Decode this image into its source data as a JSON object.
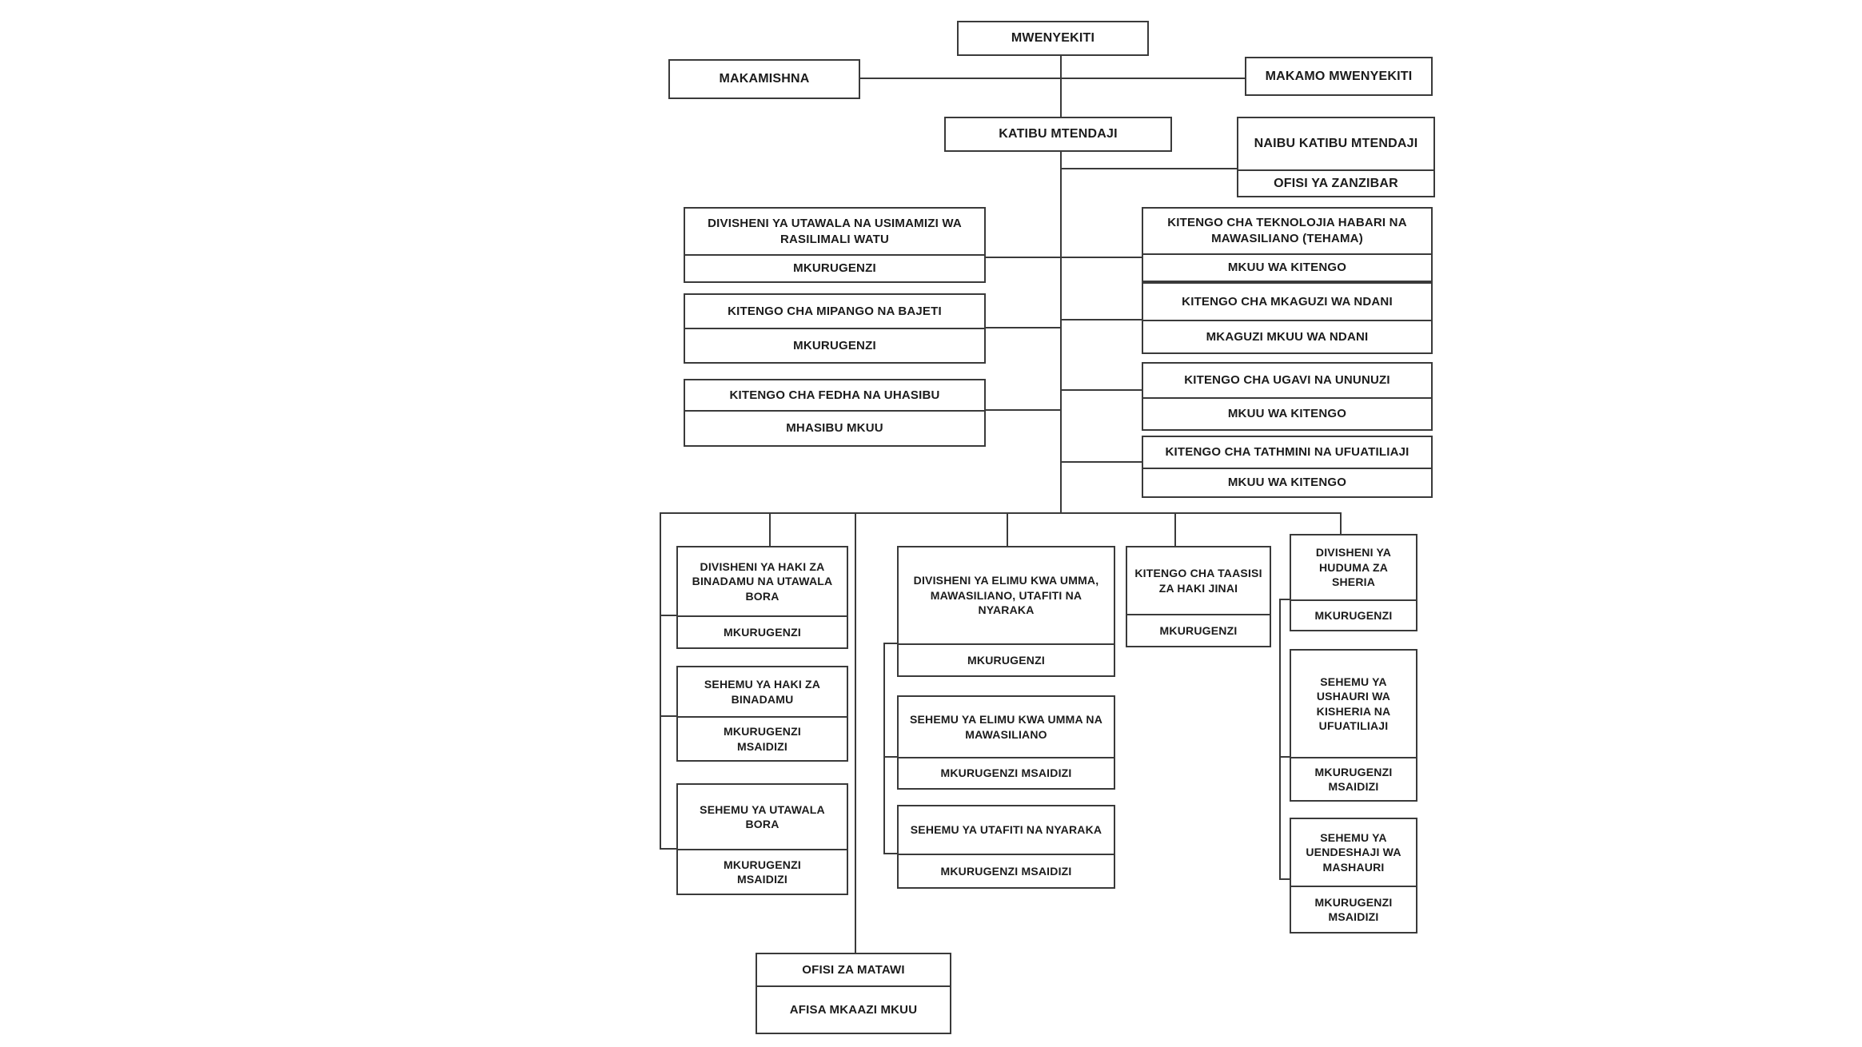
{
  "diagram": {
    "title": "Organisational structure chart (Swahili)",
    "background_color": "#ffffff",
    "line_color": "#3a3a3a",
    "text_color": "#1b1b1b",
    "nodes": {
      "mwenyekiti": {
        "title": "MWENYEKITI"
      },
      "makamishna": {
        "title": "MAKAMISHNA"
      },
      "makamo_mwenyekiti": {
        "title": "MAKAMO MWENYEKITI"
      },
      "katibu_mtendaji": {
        "title": "KATIBU MTENDAJI"
      },
      "naibu_katibu": {
        "title": "NAIBU KATIBU MTENDAJI",
        "role": "OFISI YA ZANZIBAR"
      },
      "utawala_rasilimali": {
        "title": "DIVISHENI YA UTAWALA NA USIMAMIZI WA RASILIMALI WATU",
        "role": "MKURUGENZI"
      },
      "mipango_bajeti": {
        "title": "KITENGO CHA MIPANGO NA BAJETI",
        "role": "MKURUGENZI"
      },
      "fedha_uhasibu": {
        "title": "KITENGO CHA FEDHA NA UHASIBU",
        "role": "MHASIBU MKUU"
      },
      "tehama": {
        "title": "KITENGO CHA TEKNOLOJIA HABARI NA MAWASILIANO (TEHAMA)",
        "role": "MKUU WA KITENGO"
      },
      "mkaguzi_ndani": {
        "title": "KITENGO CHA MKAGUZI WA NDANI",
        "role": "MKAGUZI MKUU WA NDANI"
      },
      "ugavi_ununuzi": {
        "title": "KITENGO CHA UGAVI NA UNUNUZI",
        "role": "MKUU WA KITENGO"
      },
      "tathmini_ufuatiliaji": {
        "title": "KITENGO CHA TATHMINI NA UFUATILIAJI",
        "role": "MKUU WA KITENGO"
      },
      "haki_binadamu_div": {
        "title": "DIVISHENI YA HAKI ZA BINADAMU NA UTAWALA BORA",
        "role": "MKURUGENZI"
      },
      "sehemu_haki": {
        "title": "SEHEMU YA HAKI ZA BINADAMU",
        "role": "MKURUGENZI MSAIDIZI"
      },
      "sehemu_utawala_bora": {
        "title": "SEHEMU YA UTAWALA BORA",
        "role": "MKURUGENZI MSAIDIZI"
      },
      "elimu_div": {
        "title": "DIVISHENI YA ELIMU KWA UMMA, MAWASILIANO, UTAFITI NA NYARAKA",
        "role": "MKURUGENZI"
      },
      "sehemu_elimu": {
        "title": "SEHEMU YA ELIMU KWA UMMA NA MAWASILIANO",
        "role": "MKURUGENZI MSAIDIZI"
      },
      "sehemu_utafiti": {
        "title": "SEHEMU YA UTAFITI NA NYARAKA",
        "role": "MKURUGENZI MSAIDIZI"
      },
      "taasisi_jinai": {
        "title": "KITENGO CHA TAASISI ZA HAKI JINAI",
        "role": "MKURUGENZI"
      },
      "huduma_sheria": {
        "title": "DIVISHENI YA HUDUMA ZA SHERIA",
        "role": "MKURUGENZI"
      },
      "sehemu_ushauri": {
        "title": "SEHEMU YA USHAURI WA KISHERIA NA UFUATILIAJI",
        "role": "MKURUGENZI MSAIDIZI"
      },
      "sehemu_uendeshaji": {
        "title": "SEHEMU YA UENDESHAJI WA MASHAURI",
        "role": "MKURUGENZI MSAIDIZI"
      },
      "ofisi_matawi": {
        "title": "OFISI ZA MATAWI",
        "role": "AFISA MKAAZI MKUU"
      }
    }
  }
}
